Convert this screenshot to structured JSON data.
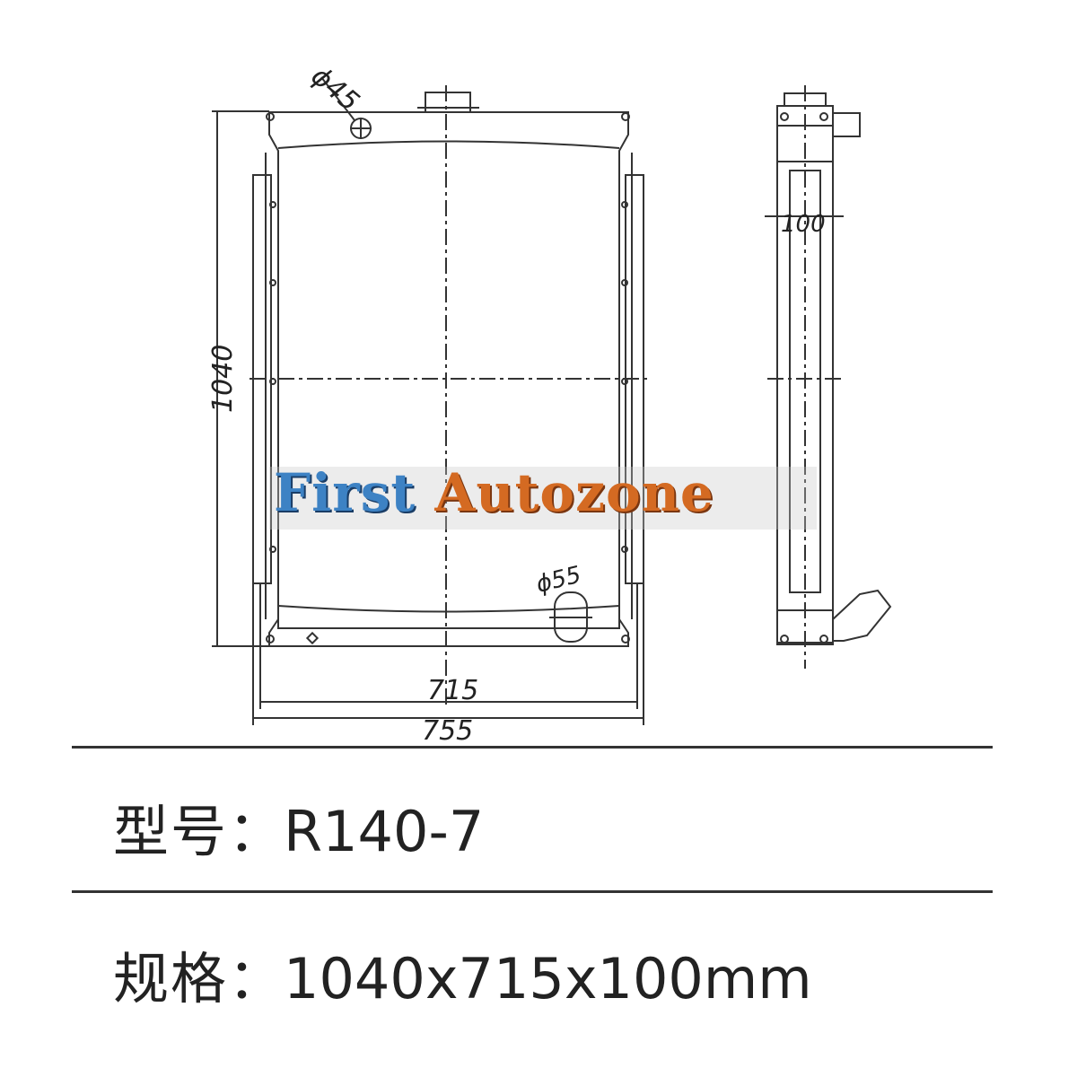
{
  "drawing": {
    "dimensions": {
      "height": "1040",
      "inner_width": "715",
      "outer_width": "755",
      "depth": "100",
      "top_port": "ϕ45",
      "bottom_port": "ϕ55"
    }
  },
  "watermark": {
    "word1": "First",
    "word2": "Autozone"
  },
  "specs": [
    {
      "label": "型号",
      "sep": "：",
      "value": "R140-7"
    },
    {
      "label": "规格",
      "sep": "：",
      "value": "1040x715x100mm"
    }
  ]
}
